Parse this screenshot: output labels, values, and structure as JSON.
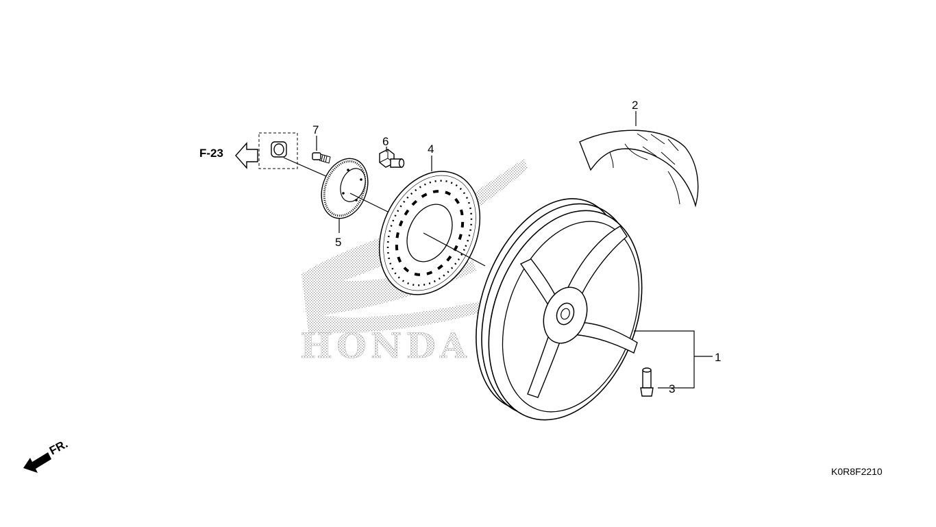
{
  "diagram": {
    "callouts": {
      "wheel": "1",
      "tire": "2",
      "valve": "3",
      "disk": "4",
      "pulser_ring": "5",
      "disk_bolt": "6",
      "screw": "7"
    },
    "ref_arrow_label": "F-23",
    "front_arrow_label": "FR.",
    "watermark_text": "HONDA",
    "drawing_code": "K0R8F2210"
  },
  "colors": {
    "line": "#000000",
    "background": "#ffffff",
    "watermark": "#9a9a9a"
  },
  "icons": {
    "front_arrow": "front-direction-arrow-icon",
    "ref_arrow": "reference-arrow-icon"
  }
}
